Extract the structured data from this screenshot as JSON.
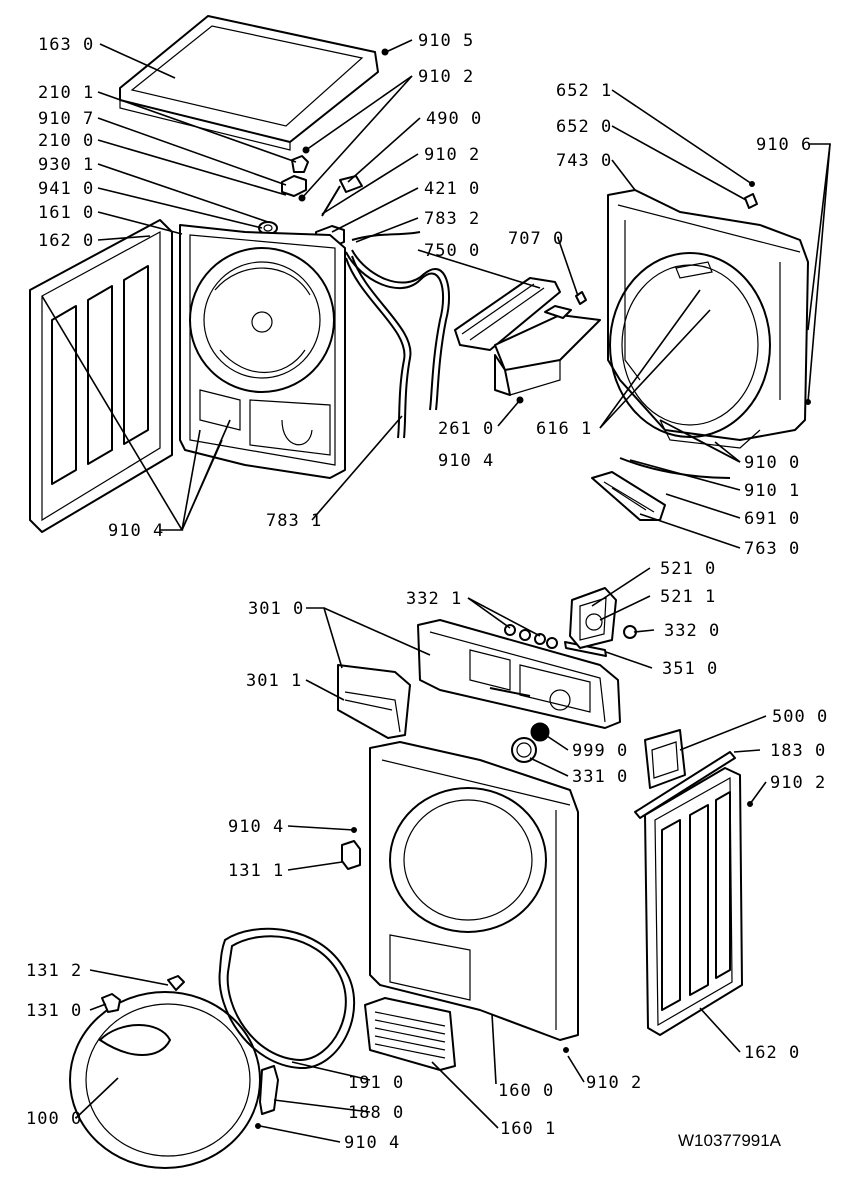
{
  "diagram": {
    "document_id": "W10377991A",
    "callouts": [
      "163 0",
      "910 5",
      "210 1",
      "910 2",
      "910 7",
      "490 0",
      "210 0",
      "910 2",
      "930 1",
      "421 0",
      "941 0",
      "783 2",
      "161 0",
      "750 0",
      "162 0",
      "707 0",
      "652 1",
      "652 0",
      "743 0",
      "910 6",
      "261 0",
      "910 4",
      "616 1",
      "910 0",
      "910 1",
      "691 0",
      "763 0",
      "910 4",
      "783 1",
      "521 0",
      "521 1",
      "332 1",
      "332 0",
      "301 0",
      "351 0",
      "301 1",
      "500 0",
      "999 0",
      "183 0",
      "331 0",
      "910 2",
      "910 4",
      "131 1",
      "131 2",
      "131 0",
      "191 0",
      "188 0",
      "160 0",
      "910 2",
      "100 0",
      "160 1",
      "910 4",
      "162 0"
    ]
  }
}
